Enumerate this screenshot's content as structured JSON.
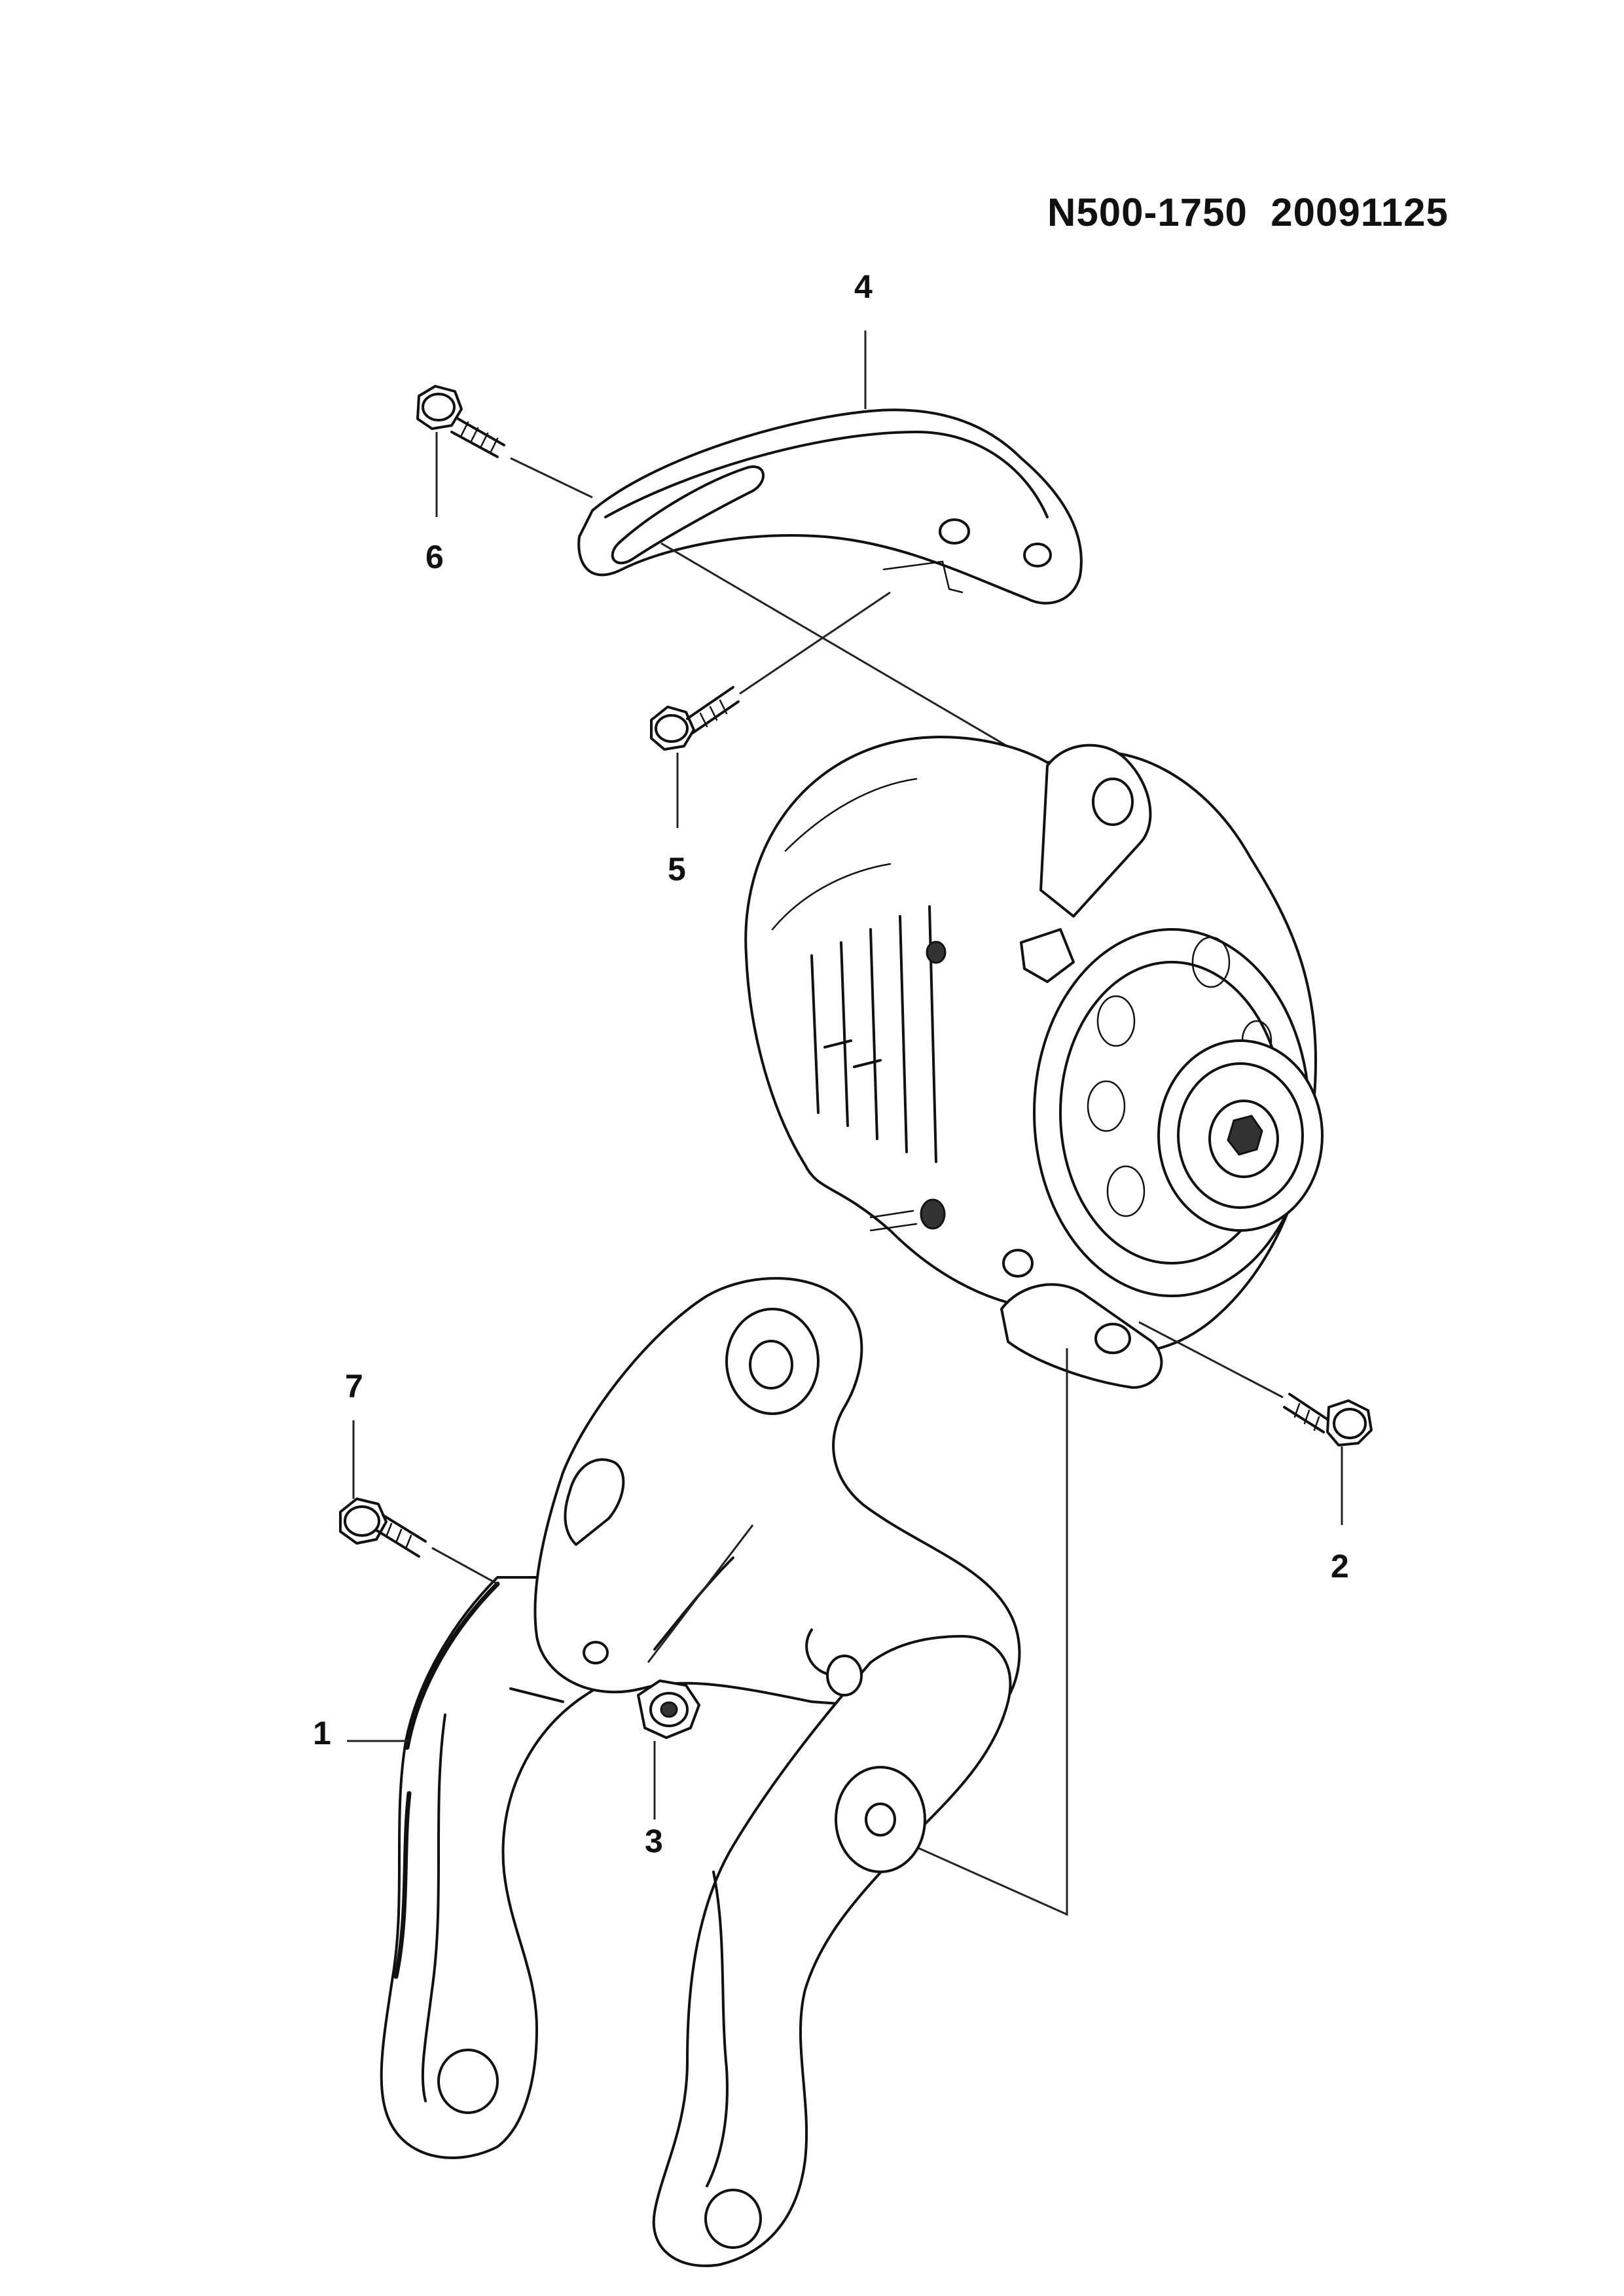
{
  "document_code": "N500-1750  20091125",
  "callouts": [
    {
      "id": "1",
      "label": "1"
    },
    {
      "id": "2",
      "label": "2"
    },
    {
      "id": "3",
      "label": "3"
    },
    {
      "id": "4",
      "label": "4"
    },
    {
      "id": "5",
      "label": "5"
    },
    {
      "id": "6",
      "label": "6"
    },
    {
      "id": "7",
      "label": "7"
    }
  ]
}
